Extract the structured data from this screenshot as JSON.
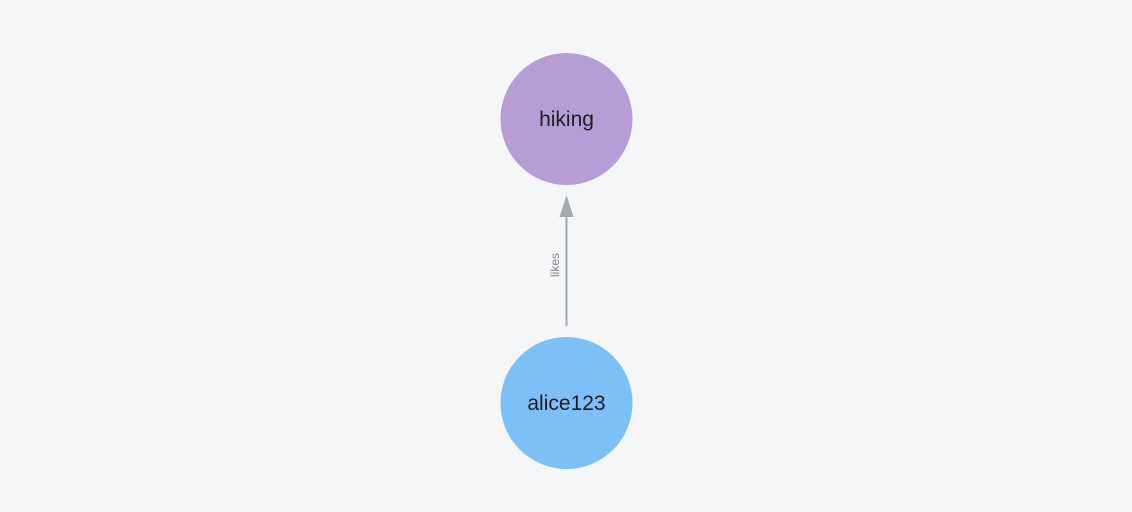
{
  "canvas": {
    "background": "#f5f6f7"
  },
  "graph": {
    "nodes": [
      {
        "label": "hiking",
        "color": "#b59ed6",
        "text_color": "#1d1e21"
      },
      {
        "label": "alice123",
        "color": "#7cc0f7",
        "text_color": "#1d1e21"
      }
    ],
    "edges": [
      {
        "from": "alice123",
        "to": "hiking",
        "label": "likes",
        "color": "#a6a9b0",
        "label_color": "#85878c"
      }
    ]
  }
}
